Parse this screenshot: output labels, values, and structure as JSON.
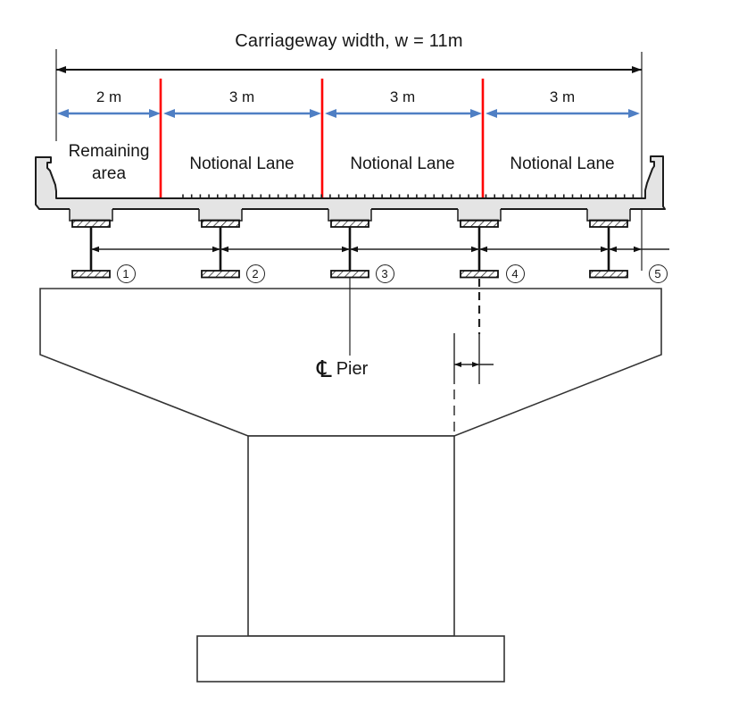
{
  "figure": {
    "title": "Carriageway width, w = 11m",
    "lanes": [
      {
        "width_label": "2 m",
        "name": "Remaining area"
      },
      {
        "width_label": "3 m",
        "name": "Notional Lane"
      },
      {
        "width_label": "3 m",
        "name": "Notional Lane"
      },
      {
        "width_label": "3 m",
        "name": "Notional Lane"
      }
    ],
    "girders": [
      {
        "number": "1"
      },
      {
        "number": "2"
      },
      {
        "number": "3"
      },
      {
        "number": "4"
      },
      {
        "number": "5"
      }
    ],
    "pier_centerline": {
      "symbol": "℄",
      "label": "Pier"
    },
    "colors": {
      "lane_divider_red": "#ff0000",
      "dimension_arrow_blue": "#4f7fc4",
      "deck_fill": "#e4e4e4",
      "line": "#1c1c1c"
    }
  }
}
